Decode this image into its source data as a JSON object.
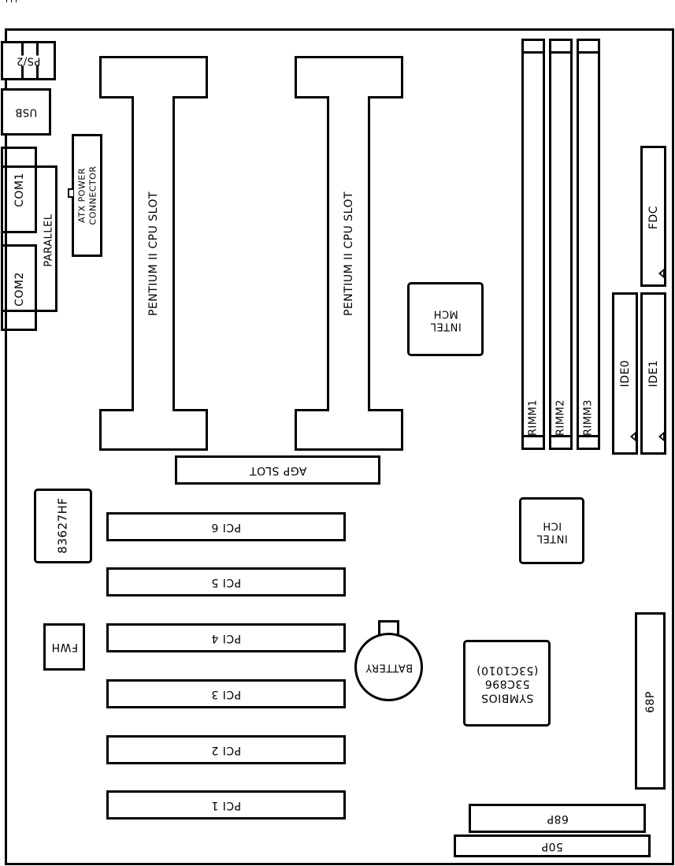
{
  "diagram": {
    "title": "Motherboard layout",
    "colors": {
      "stroke": "#000000",
      "background": "#ffffff"
    }
  },
  "rear_io": {
    "ps2": "PS/2",
    "usb": "USB",
    "com1": "COM1",
    "com2": "COM2",
    "parallel": "PARALLEL"
  },
  "power": {
    "line1": "ATX POWER",
    "line2": "CONNECTOR"
  },
  "cpu_slots": [
    {
      "label": "PENTIUM II CPU SLOT"
    },
    {
      "label": "PENTIUM II CPU SLOT"
    }
  ],
  "mch": {
    "line1": "INTEL",
    "line2": "MCH"
  },
  "memory": [
    {
      "label": "RIMM1"
    },
    {
      "label": "RIMM2"
    },
    {
      "label": "RIMM3"
    }
  ],
  "storage": {
    "fdc": "FDC",
    "ide0": "IDE0",
    "ide1": "IDE1"
  },
  "agp": {
    "label": "AGP SLOT"
  },
  "superio": {
    "label": "83627HF"
  },
  "ich": {
    "line1": "INTEL",
    "line2": "ICH"
  },
  "pci_slots": [
    {
      "label": "PCI 6"
    },
    {
      "label": "PCI 5"
    },
    {
      "label": "PCI 4"
    },
    {
      "label": "PCI 3"
    },
    {
      "label": "PCI 2"
    },
    {
      "label": "PCI 1"
    }
  ],
  "fwh": {
    "label": "FWH"
  },
  "battery": {
    "label": "BATTERY"
  },
  "scsi_chip": {
    "line1": "SYMBIOS",
    "line2": "53C896",
    "line3": "(53C1010)"
  },
  "scsi_connectors": {
    "vertical_68p": "68P",
    "horizontal_68p": "68P",
    "horizontal_50p": "50P"
  }
}
